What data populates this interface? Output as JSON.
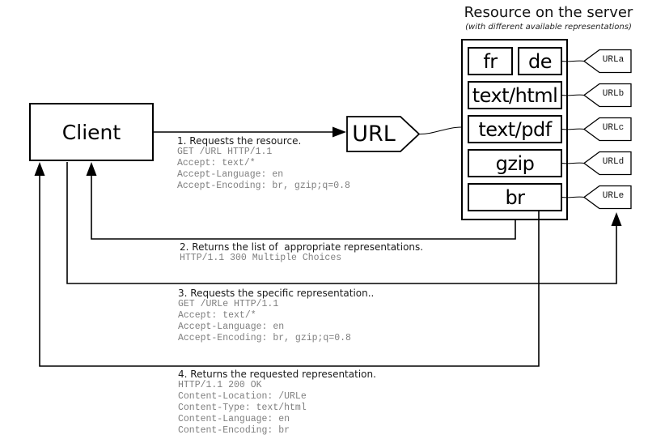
{
  "header": {
    "title": "Resource on the server",
    "subtitle": "(with different available representations)"
  },
  "client": {
    "label": "Client"
  },
  "url_node": {
    "label": "URL"
  },
  "server": {
    "representations": [
      {
        "label": "fr"
      },
      {
        "label": "de"
      },
      {
        "label": "text/html"
      },
      {
        "label": "text/pdf"
      },
      {
        "label": "gzip"
      },
      {
        "label": "br"
      }
    ],
    "url_tags": [
      {
        "label": "URLa"
      },
      {
        "label": "URLb"
      },
      {
        "label": "URLc"
      },
      {
        "label": "URLd"
      },
      {
        "label": "URLe"
      }
    ]
  },
  "steps": [
    {
      "label": "1. Requests the resource.",
      "headers": [
        "GET /URL HTTP/1.1",
        "Accept: text/*",
        "Accept-Language: en",
        "Accept-Encoding: br, gzip;q=0.8"
      ]
    },
    {
      "label": "2. Returns the list of  appropriate representations.",
      "headers": [
        "HTTP/1.1 300 Multiple Choices"
      ]
    },
    {
      "label": "3. Requests the specific representation..",
      "headers": [
        "GET /URLe HTTP/1.1",
        "Accept: text/*",
        "Accept-Language: en",
        "Accept-Encoding: br, gzip;q=0.8"
      ]
    },
    {
      "label": "4. Returns the requested representation.",
      "headers": [
        "HTTP/1.1 200 OK",
        "Content-Location: /URLe",
        "Content-Type: text/html",
        "Content-Language: en",
        "Content-Encoding: br"
      ]
    }
  ],
  "colors": {
    "line": "#000000",
    "box_border": "#000000",
    "header_text": "#7f7f7f",
    "label_text": "#1a1a1a",
    "background": "#ffffff"
  }
}
